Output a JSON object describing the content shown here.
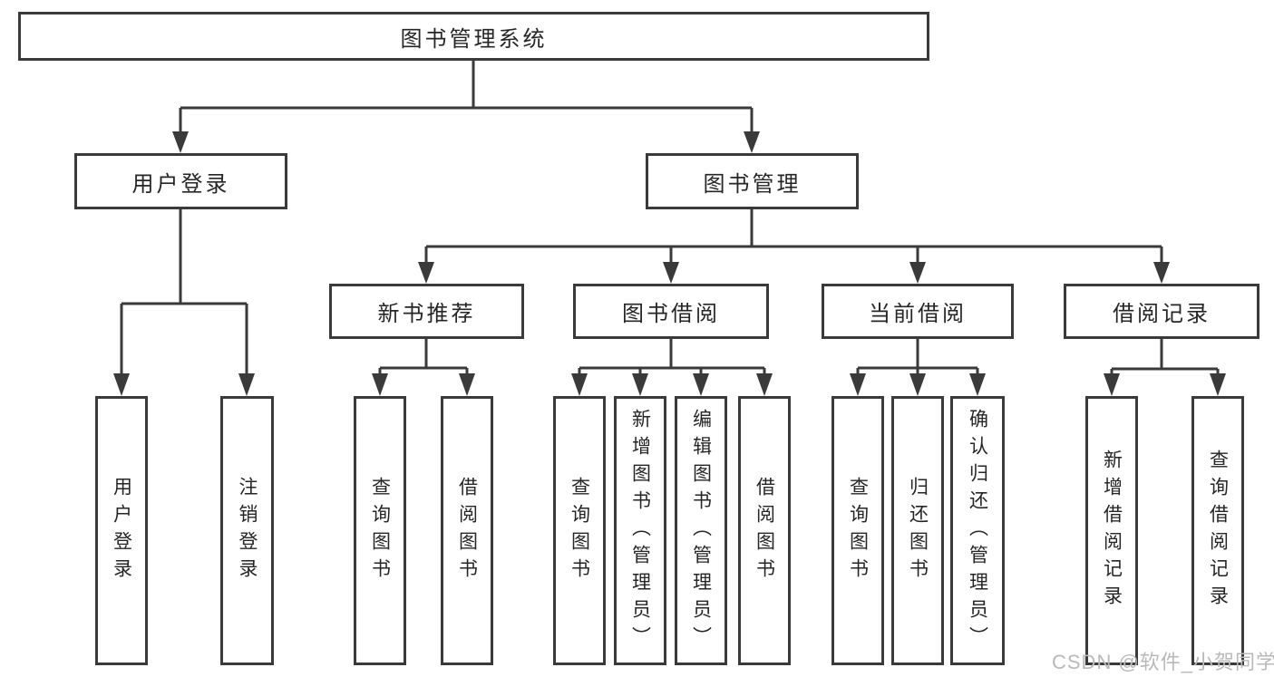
{
  "colors": {
    "line": "#3a3a3a",
    "text": "#262626",
    "box_fill": "#ffffff",
    "watermark": "#b9b9b9",
    "background": "#ffffff"
  },
  "nodes": {
    "root": "图书管理系统",
    "user_login": "用户登录",
    "book_mgmt": "图书管理",
    "new_book_rec": "新书推荐",
    "book_borrow": "图书借阅",
    "current_borrow": "当前借阅",
    "borrow_records": "借阅记录",
    "leaf_user_login": "用户登录",
    "leaf_logout": "注销登录",
    "leaf_query_book_rec": "查询图书",
    "leaf_borrow_book_rec": "借阅图书",
    "leaf_query_book_borrow": "查询图书",
    "leaf_add_book_admin": "新增图书（管理员）",
    "leaf_edit_book_admin": "编辑图书（管理员）",
    "leaf_borrow_book_borrow": "借阅图书",
    "leaf_query_book_current": "查询图书",
    "leaf_return_book": "归还图书",
    "leaf_confirm_return_admin": "确认归还（管理员）",
    "leaf_add_borrow_record": "新增借阅记录",
    "leaf_query_borrow_record": "查询借阅记录"
  },
  "tree": {
    "label": "图书管理系统",
    "children": [
      {
        "label": "用户登录",
        "children": [
          {
            "label": "用户登录"
          },
          {
            "label": "注销登录"
          }
        ]
      },
      {
        "label": "图书管理",
        "children": [
          {
            "label": "新书推荐",
            "children": [
              {
                "label": "查询图书"
              },
              {
                "label": "借阅图书"
              }
            ]
          },
          {
            "label": "图书借阅",
            "children": [
              {
                "label": "查询图书"
              },
              {
                "label": "新增图书（管理员）"
              },
              {
                "label": "编辑图书（管理员）"
              },
              {
                "label": "借阅图书"
              }
            ]
          },
          {
            "label": "当前借阅",
            "children": [
              {
                "label": "查询图书"
              },
              {
                "label": "归还图书"
              },
              {
                "label": "确认归还（管理员）"
              }
            ]
          },
          {
            "label": "借阅记录",
            "children": [
              {
                "label": "新增借阅记录"
              },
              {
                "label": "查询借阅记录"
              }
            ]
          }
        ]
      }
    ]
  },
  "watermark": {
    "text": "CSDN @软件_小贺同学"
  }
}
